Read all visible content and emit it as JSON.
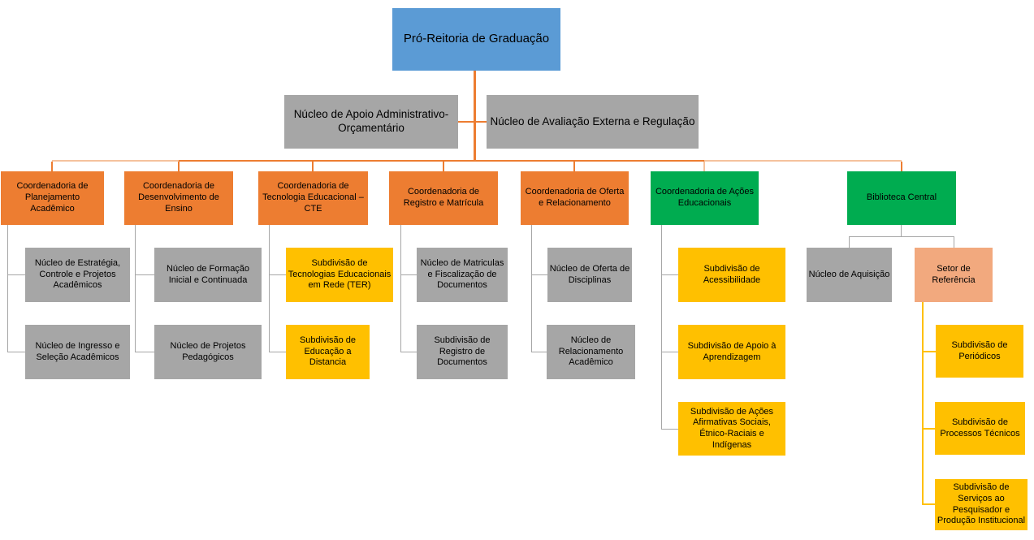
{
  "diagram_title": "Pró-Reitoria de Graduação — organograma",
  "palette": {
    "root_blue": "#5B9BD5",
    "box_gray": "#A6A6A6",
    "box_orange": "#ED7D31",
    "box_green": "#00AC50",
    "box_yellow": "#FFC000",
    "box_peach": "#F2A97E",
    "connector_orange": "#ED7D31",
    "connector_light_orange": "#F5C29D",
    "connector_gray": "#A6A6A6",
    "connector_yellow": "#FFC000",
    "text": "#000000"
  },
  "nodes": {
    "root": {
      "label": "Pró-Reitoria de Graduação"
    },
    "nucleo_apoio": {
      "label": "Núcleo de Apoio Administrativo-Orçamentário"
    },
    "nucleo_avaliacao": {
      "label": "Núcleo de Avaliação Externa e Regulação"
    },
    "coord_planejamento": {
      "label": "Coordenadoria de Planejamento Acadêmico"
    },
    "coord_desenvolvimento": {
      "label": "Coordenadoria de Desenvolvimento de Ensino"
    },
    "coord_tecnologia": {
      "label": "Coordenadoria de Tecnologia Educacional – CTE"
    },
    "coord_registro": {
      "label": "Coordenadoria de Registro e Matrícula"
    },
    "coord_oferta": {
      "label": "Coordenadoria de Oferta e Relacionamento"
    },
    "coord_acoes": {
      "label": "Coordenadoria de Ações Educacionais"
    },
    "biblioteca": {
      "label": "Biblioteca Central"
    },
    "nucleo_estrategia": {
      "label": "Núcleo de Estratégia, Controle e Projetos Acadêmicos"
    },
    "nucleo_ingresso": {
      "label": "Núcleo de Ingresso e Seleção  Acadêmicos"
    },
    "nucleo_formacao": {
      "label": "Núcleo de Formação Inicial e Continuada"
    },
    "nucleo_projetos": {
      "label": "Núcleo de Projetos Pedagógicos"
    },
    "subdiv_ter": {
      "label": "Subdivisão de Tecnologias Educacionais em Rede (TER)"
    },
    "subdiv_ead": {
      "label": "Subdivisão de Educação a Distancia"
    },
    "nucleo_matriculas": {
      "label": "Núcleo de Matriculas e Fiscalização de Documentos"
    },
    "subdiv_registro": {
      "label": "Subdivisão de Registro de Documentos"
    },
    "nucleo_oferta_disc": {
      "label": "Núcleo de Oferta de Disciplinas"
    },
    "nucleo_relacionamento": {
      "label": "Núcleo de Relacionamento Acadêmico"
    },
    "subdiv_acessibilidade": {
      "label": "Subdivisão de Acessibilidade"
    },
    "subdiv_apoio": {
      "label": "Subdivisão de Apoio à Aprendizagem"
    },
    "subdiv_acoes_afirmativas": {
      "label": "Subdivisão de Ações Afirmativas Sociais, Étnico-Raciais e Indígenas"
    },
    "nucleo_aquisicao": {
      "label": "Núcleo de Aquisição"
    },
    "setor_referencia": {
      "label": "Setor de Referência"
    },
    "subdiv_periodicos": {
      "label": "Subdivisão de Periódicos"
    },
    "subdiv_processos": {
      "label": "Subdivisão de Processos Técnicos"
    },
    "subdiv_servicos": {
      "label": "Subdivisão de Serviços ao Pesquisador e Produção Institucional"
    }
  }
}
